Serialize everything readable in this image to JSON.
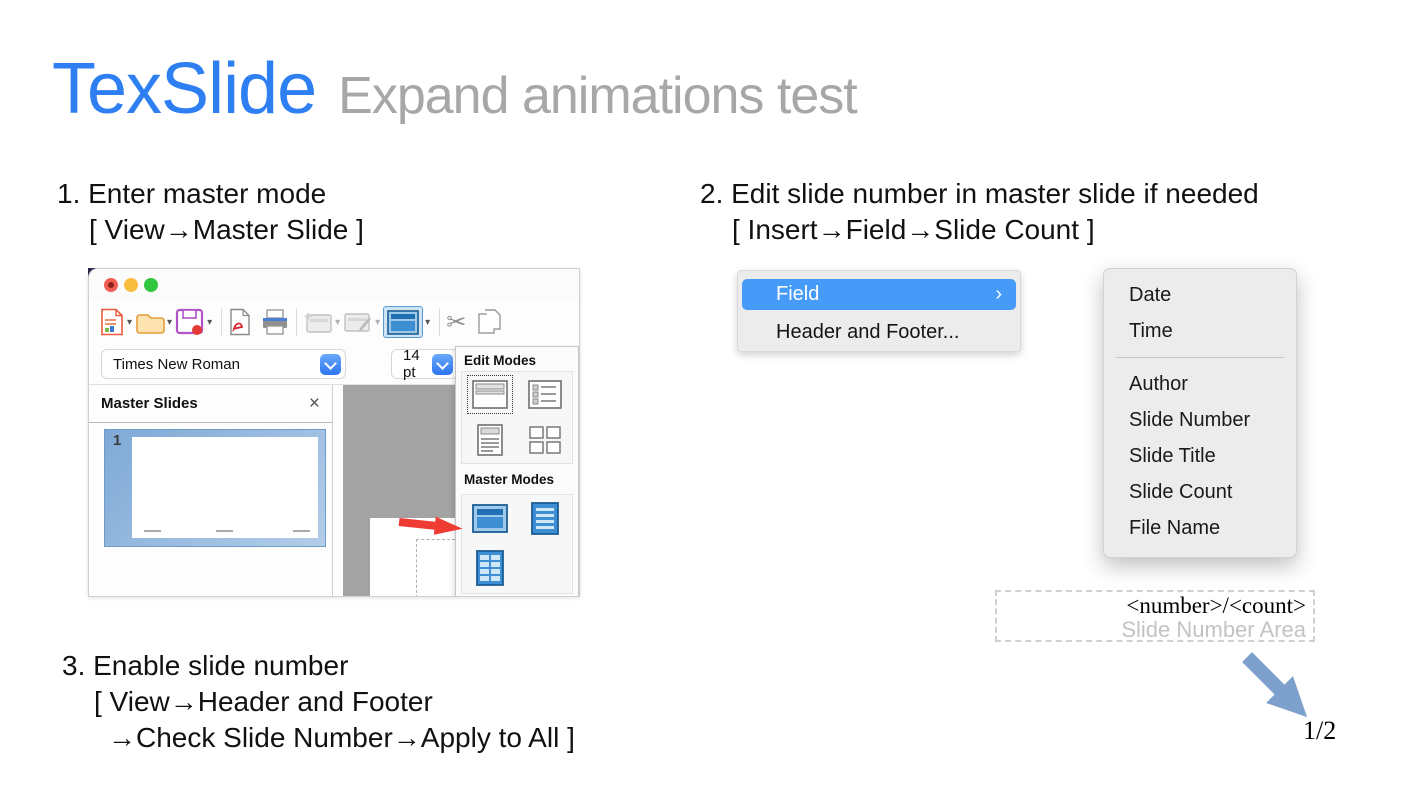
{
  "header": {
    "brand": "TexSlide",
    "subtitle": "Expand animations test"
  },
  "steps": {
    "one": {
      "l1": "1. Enter master mode",
      "l2": "[ View→Master Slide ]"
    },
    "two": {
      "l1": "2. Edit slide number in master slide if needed",
      "l2": "[ Insert→Field→Slide Count ]"
    },
    "three": {
      "l1": "3. Enable slide number",
      "l2": "[ View→Header and Footer",
      "l3": "→Check Slide Number→Apply to All ]"
    }
  },
  "impress": {
    "font_name": "Times New Roman",
    "font_size": "14 pt",
    "sidebar_title": "Master Slides",
    "thumb_number": "1",
    "edit_modes_label": "Edit Modes",
    "master_modes_label": "Master Modes"
  },
  "insert_menu": {
    "field_label": "Field",
    "header_footer_label": "Header and Footer...",
    "submenu": [
      "Date",
      "Time",
      "Author",
      "Slide Number",
      "Slide Title",
      "Slide Count",
      "File Name"
    ]
  },
  "slide_number_area": {
    "value": "<number>/<count>",
    "label": "Slide Number Area"
  },
  "page_number": "1/2",
  "icons": {
    "close": "×",
    "dropdown": "▾",
    "submenu_chevron": "›",
    "scissors": "✂"
  },
  "colors": {
    "brand_blue": "#2d7ff2",
    "subtitle_gray": "#a7a7a7",
    "menu_highlight": "#469bf8",
    "red_arrow": "#ee3c34",
    "blue_arrow": "#7da0cc",
    "master_icon_blue": "#3d8ed2"
  }
}
